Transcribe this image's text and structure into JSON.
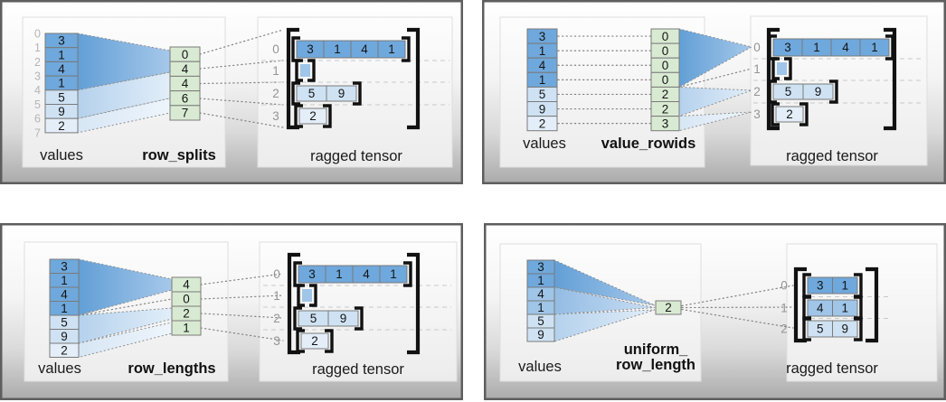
{
  "colors": {
    "dark": "#6fa8dc",
    "medium": "#9fc5e8",
    "light": "#cfe2f3",
    "lighter": "#e4eef9",
    "green": "#d9ead3",
    "cell_border": "#7a7a7a",
    "bracket": "#111111",
    "panel_bg": "#f3f3f3",
    "box_border": "#5e5e5e"
  },
  "quadrants": [
    {
      "name": "row_splits",
      "values_label": "values",
      "method_label": "row_splits",
      "tensor_label": "ragged tensor",
      "value_indices": [
        "0",
        "1",
        "2",
        "3",
        "4",
        "5",
        "6",
        "7"
      ],
      "values": [
        {
          "v": "3",
          "shade": "dark"
        },
        {
          "v": "1",
          "shade": "dark"
        },
        {
          "v": "4",
          "shade": "dark"
        },
        {
          "v": "1",
          "shade": "dark"
        },
        {
          "v": "5",
          "shade": "light"
        },
        {
          "v": "9",
          "shade": "light"
        },
        {
          "v": "2",
          "shade": "lighter"
        }
      ],
      "method_cells": [
        "0",
        "4",
        "4",
        "6",
        "7"
      ],
      "ragged_rows": [
        {
          "index": "0",
          "cells": [
            {
              "v": "3",
              "shade": "dark"
            },
            {
              "v": "1",
              "shade": "dark"
            },
            {
              "v": "4",
              "shade": "dark"
            },
            {
              "v": "1",
              "shade": "dark"
            }
          ]
        },
        {
          "index": "1",
          "cells": [],
          "empty": true
        },
        {
          "index": "2",
          "cells": [
            {
              "v": "5",
              "shade": "light"
            },
            {
              "v": "9",
              "shade": "light"
            }
          ]
        },
        {
          "index": "3",
          "cells": [
            {
              "v": "2",
              "shade": "lighter"
            }
          ]
        }
      ]
    },
    {
      "name": "value_rowids",
      "values_label": "values",
      "method_label": "value_rowids",
      "tensor_label": "ragged tensor",
      "value_indices": [],
      "values": [
        {
          "v": "3",
          "shade": "dark"
        },
        {
          "v": "1",
          "shade": "dark"
        },
        {
          "v": "4",
          "shade": "dark"
        },
        {
          "v": "1",
          "shade": "dark"
        },
        {
          "v": "5",
          "shade": "light"
        },
        {
          "v": "9",
          "shade": "light"
        },
        {
          "v": "2",
          "shade": "lighter"
        }
      ],
      "method_cells": [
        "0",
        "0",
        "0",
        "0",
        "2",
        "2",
        "3"
      ],
      "ragged_rows": [
        {
          "index": "0",
          "cells": [
            {
              "v": "3",
              "shade": "dark"
            },
            {
              "v": "1",
              "shade": "dark"
            },
            {
              "v": "4",
              "shade": "dark"
            },
            {
              "v": "1",
              "shade": "dark"
            }
          ]
        },
        {
          "index": "1",
          "cells": [],
          "empty": true
        },
        {
          "index": "2",
          "cells": [
            {
              "v": "5",
              "shade": "light"
            },
            {
              "v": "9",
              "shade": "light"
            }
          ]
        },
        {
          "index": "3",
          "cells": [
            {
              "v": "2",
              "shade": "lighter"
            }
          ]
        }
      ]
    },
    {
      "name": "row_lengths",
      "values_label": "values",
      "method_label": "row_lengths",
      "tensor_label": "ragged tensor",
      "value_indices": [],
      "values": [
        {
          "v": "3",
          "shade": "dark"
        },
        {
          "v": "1",
          "shade": "dark"
        },
        {
          "v": "4",
          "shade": "dark"
        },
        {
          "v": "1",
          "shade": "dark"
        },
        {
          "v": "5",
          "shade": "light"
        },
        {
          "v": "9",
          "shade": "light"
        },
        {
          "v": "2",
          "shade": "lighter"
        }
      ],
      "method_cells": [
        "4",
        "0",
        "2",
        "1"
      ],
      "ragged_rows": [
        {
          "index": "0",
          "cells": [
            {
              "v": "3",
              "shade": "dark"
            },
            {
              "v": "1",
              "shade": "dark"
            },
            {
              "v": "4",
              "shade": "dark"
            },
            {
              "v": "1",
              "shade": "dark"
            }
          ]
        },
        {
          "index": "1",
          "cells": [],
          "empty": true
        },
        {
          "index": "2",
          "cells": [
            {
              "v": "5",
              "shade": "light"
            },
            {
              "v": "9",
              "shade": "light"
            }
          ]
        },
        {
          "index": "3",
          "cells": [
            {
              "v": "2",
              "shade": "lighter"
            }
          ]
        }
      ]
    },
    {
      "name": "uniform_row_length",
      "values_label": "values",
      "method_label": "uniform_",
      "method_label2": "row_length",
      "tensor_label": "ragged tensor",
      "value_indices": [],
      "values": [
        {
          "v": "3",
          "shade": "dark"
        },
        {
          "v": "1",
          "shade": "dark"
        },
        {
          "v": "4",
          "shade": "medium"
        },
        {
          "v": "1",
          "shade": "medium"
        },
        {
          "v": "5",
          "shade": "light"
        },
        {
          "v": "9",
          "shade": "light"
        }
      ],
      "method_cells": [
        "2"
      ],
      "ragged_rows": [
        {
          "index": "0",
          "cells": [
            {
              "v": "3",
              "shade": "dark"
            },
            {
              "v": "1",
              "shade": "dark"
            }
          ]
        },
        {
          "index": "1",
          "cells": [
            {
              "v": "4",
              "shade": "medium"
            },
            {
              "v": "1",
              "shade": "medium"
            }
          ]
        },
        {
          "index": "2",
          "cells": [
            {
              "v": "5",
              "shade": "light"
            },
            {
              "v": "9",
              "shade": "light"
            }
          ]
        }
      ]
    }
  ]
}
